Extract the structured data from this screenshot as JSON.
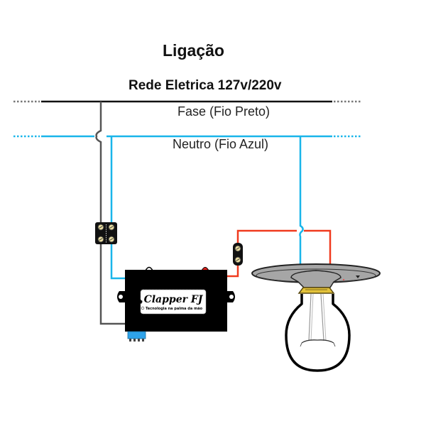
{
  "diagram": {
    "title": "Ligação",
    "network_label": "Rede Eletrica 127v/220v",
    "phase_label": "Fase (Fio  Preto)",
    "neutral_label": "Neutro (Fio Azul)",
    "device": {
      "brand": "Clapper FJ",
      "tagline": "Tecnologia na palma da mão"
    },
    "colors": {
      "phase_wire": "#111111",
      "phase_drop_wire": "#555555",
      "neutral_wire": "#19b5ea",
      "return_wire": "#f03a1e",
      "device_body": "#000000",
      "lamp_holder": "#a6a6a6",
      "lamp_socket": "#e3c23a",
      "connector": "#2ea3ea"
    },
    "icons": [
      "terminal-block-icon",
      "clapper-device-icon",
      "lamp-holder-icon",
      "light-bulb-icon"
    ]
  }
}
